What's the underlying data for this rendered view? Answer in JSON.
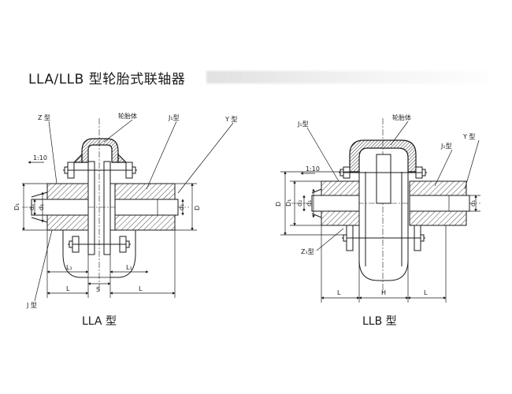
{
  "title": "LLA/LLB 型轮胎式联轴器",
  "lla": {
    "caption": "LLA 型",
    "labels": {
      "z_type": "Z 型",
      "tire_body": "轮胎体",
      "j1_type": "J₁型",
      "y_type": "Y 型",
      "taper": "1:10",
      "d1_shaft": "D₁",
      "d2_shaft": "d₂",
      "d1_hub": "d₁",
      "d1_dim": "d₁",
      "d_dim": "D",
      "l1_left": "L₁",
      "l1_right": "L₁",
      "l_left": "L",
      "s_gap": "S",
      "l_right": "L",
      "j_type": "J 型"
    }
  },
  "llb": {
    "caption": "LLB 型",
    "labels": {
      "j1_type_top": "J₁型",
      "tire_body": "轮胎体",
      "y_type": "Y 型",
      "j1_type_right": "J₁型",
      "taper": "1:10",
      "d_dim": "D",
      "d1_shaft": "D₁",
      "d2_shaft": "d₂",
      "d1_hub": "d₁",
      "d1_dim": "d₁",
      "z1_type": "Z₁型",
      "l_left": "L",
      "h_dim": "H",
      "l_right": "L"
    }
  }
}
